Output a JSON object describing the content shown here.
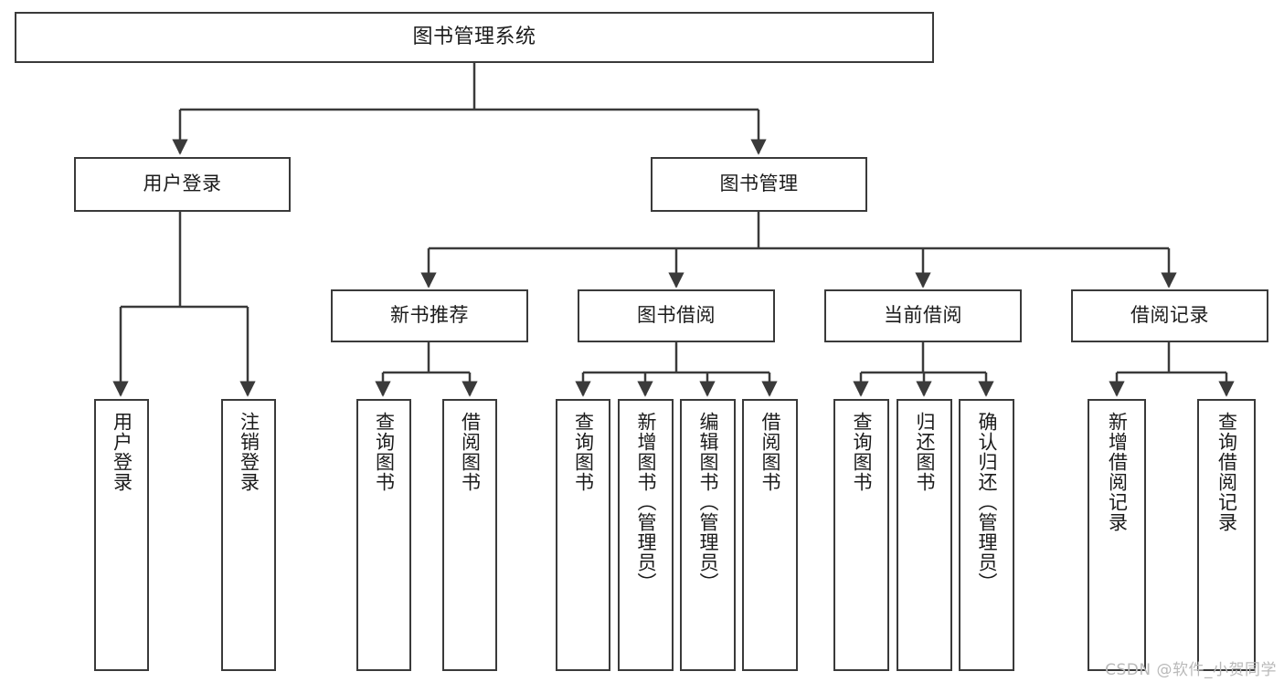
{
  "diagram": {
    "title": "图书管理系统",
    "type": "tree-hierarchy-diagram",
    "watermark": "CSDN @软件_小贺同学",
    "colors": {
      "box_border": "#3a3a3a",
      "box_fill": "#ffffff",
      "connector": "#3a3a3a",
      "text": "#1b1b1b",
      "watermark": "#b9b9b9",
      "page_background": "#ffffff"
    },
    "root": {
      "label": "图书管理系统"
    },
    "level2": [
      {
        "label": "用户登录"
      },
      {
        "label": "图书管理"
      }
    ],
    "level3": [
      {
        "label": "新书推荐"
      },
      {
        "label": "图书借阅"
      },
      {
        "label": "当前借阅"
      },
      {
        "label": "借阅记录"
      }
    ],
    "leaves": {
      "user_login": [
        {
          "label": "用户登录"
        },
        {
          "label": "注销登录"
        }
      ],
      "new_book_recommend": [
        {
          "label": "查询图书"
        },
        {
          "label": "借阅图书"
        }
      ],
      "book_borrow": [
        {
          "label": "查询图书"
        },
        {
          "label": "新增图书（管理员）"
        },
        {
          "label": "编辑图书（管理员）"
        },
        {
          "label": "借阅图书"
        }
      ],
      "current_borrow": [
        {
          "label": "查询图书"
        },
        {
          "label": "归还图书"
        },
        {
          "label": "确认归还（管理员）"
        }
      ],
      "borrow_record": [
        {
          "label": "新增借阅记录"
        },
        {
          "label": "查询借阅记录"
        }
      ]
    }
  }
}
